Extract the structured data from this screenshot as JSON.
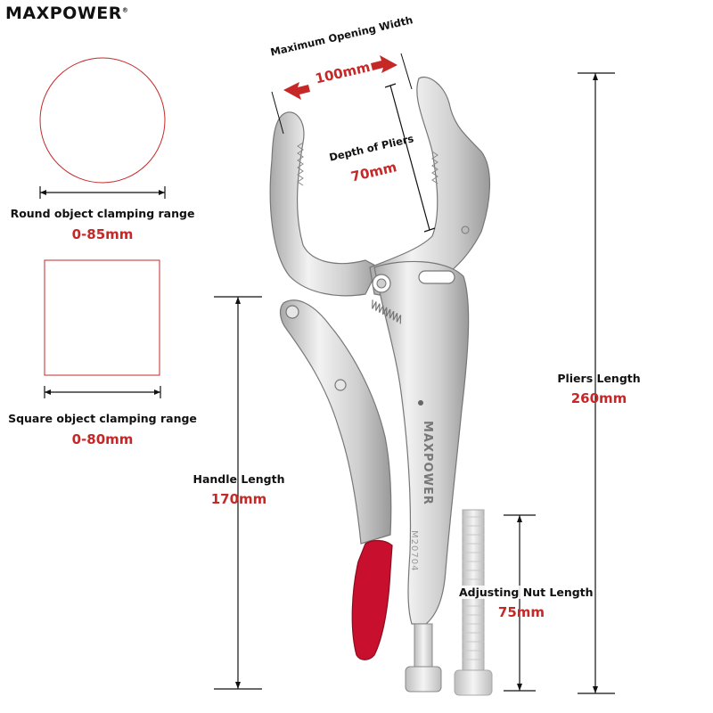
{
  "brand": {
    "logo_text": "MAXPOWER",
    "reg_mark": "®"
  },
  "colors": {
    "accent_red": "#c62828",
    "line": "#111111",
    "metal": "#d9d9d9",
    "grip": "#c8102e"
  },
  "engraving": {
    "brand": "MAXPOWER",
    "model": "M20704"
  },
  "specs": {
    "round": {
      "label": "Round object clamping range",
      "value": "0-85mm"
    },
    "square": {
      "label": "Square object clamping range",
      "value": "0-80mm"
    },
    "opening": {
      "label": "Maximum Opening Width",
      "value": "100mm"
    },
    "depth": {
      "label": "Depth of Pliers",
      "value": "70mm"
    },
    "handle": {
      "label": "Handle Length",
      "value": "170mm"
    },
    "pliers": {
      "label": "Pliers Length",
      "value": "260mm"
    },
    "nut": {
      "label": "Adjusting Nut Length",
      "value": "75mm"
    }
  },
  "icons": [
    "circle-outline",
    "square-outline",
    "locking-pliers",
    "adjusting-screw",
    "dimension-arrow"
  ]
}
